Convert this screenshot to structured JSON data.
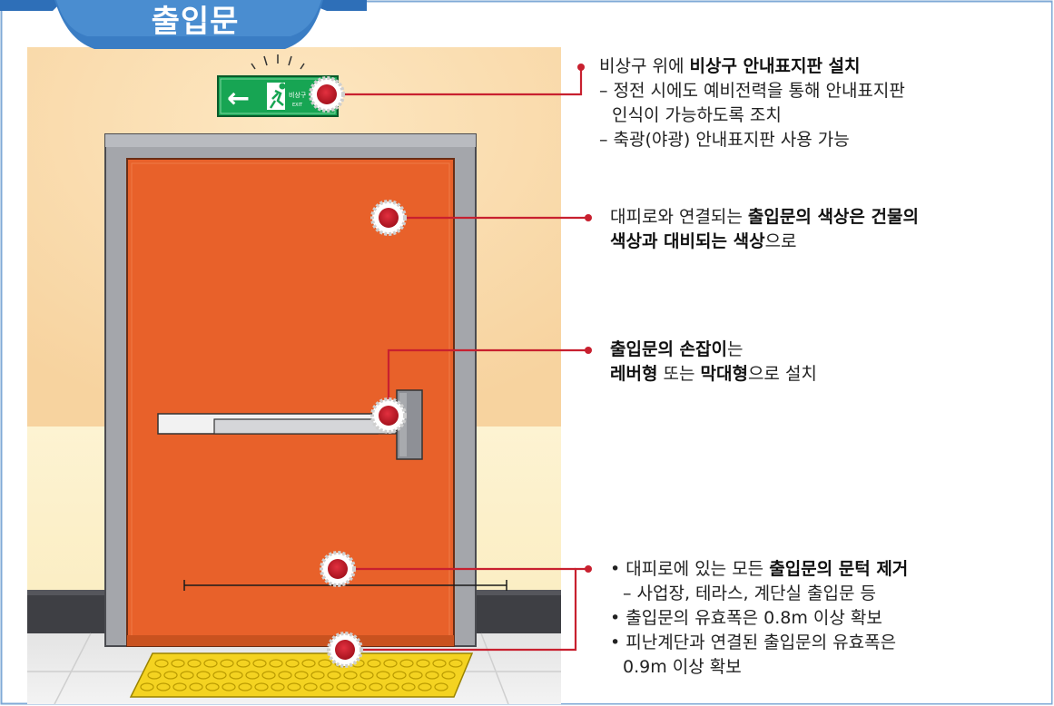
{
  "title": "출입문",
  "sign": {
    "arrow": "←",
    "label_small": "비상구",
    "label_exit": "EXIT"
  },
  "annotations": {
    "sign_note": {
      "line1_pre": "비상구 위에 ",
      "line1_bold": "비상구 안내표지판 설치",
      "line2": "– 정전 시에도 예비전력을 통해 안내표지판",
      "line3": "인식이 가능하도록 조치",
      "line4": "– 축광(야광) 안내표지판 사용 가능"
    },
    "color_note": {
      "line1_pre": "대피로와 연결되는 ",
      "line1_bold": "출입문의 색상은 건물의",
      "line2_bold": "색상과 대비되는 색상",
      "line2_post": "으로"
    },
    "handle_note": {
      "line1_bold": "출입문의 손잡이",
      "line1_post": "는",
      "line2_bold1": "레버형",
      "line2_mid": " 또는 ",
      "line2_bold2": "막대형",
      "line2_post": "으로 설치"
    },
    "threshold_note": {
      "b1_pre": "• 대피로에 있는 모든 ",
      "b1_bold": "출입문의 문턱 제거",
      "b1_sub": "– 사업장, 테라스, 계단실 출입문 등",
      "b2": "• 출입문의 유효폭은 0.8m 이상 확보",
      "b3": "• 피난계단과 연결된 출입문의 유효폭은",
      "b3_cont": "0.9m 이상 확보"
    }
  },
  "colors": {
    "door": "#e8612a",
    "frame": "#9b9da2",
    "wall_top": "#f9ddb0",
    "wall_bottom": "#fdf1cf",
    "accent_line": "#c8202f",
    "title_tab": "#2f6fb3",
    "border": "#2e6fb8",
    "tactile": "#f4d321"
  }
}
